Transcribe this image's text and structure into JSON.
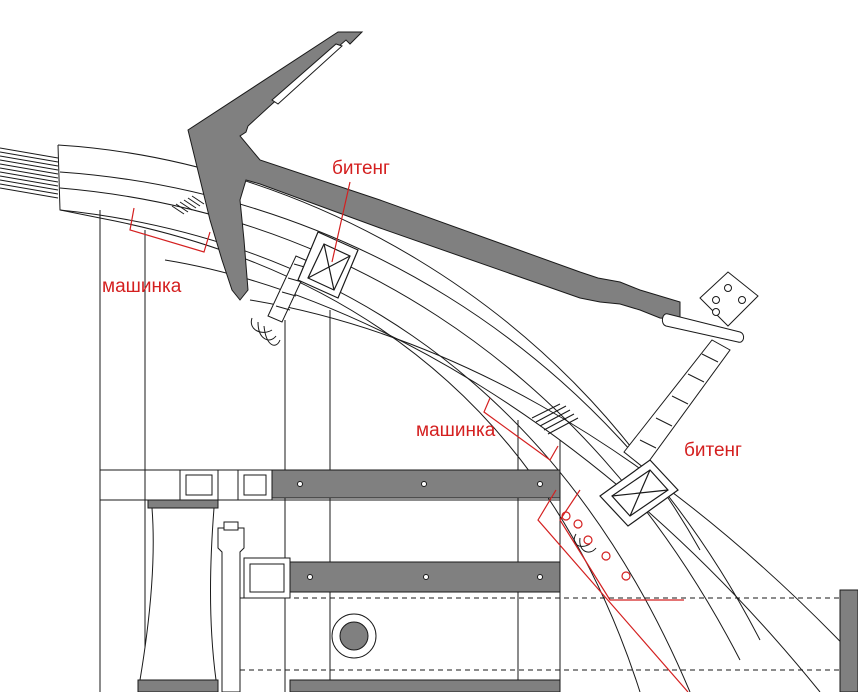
{
  "annotations": {
    "bitteng_top": "битенг",
    "bitteng_right": "битенг",
    "windlass_left": "машинка",
    "windlass_mid": "машинка"
  },
  "colors": {
    "line": "#1a1a1a",
    "gray_fill": "#808080",
    "annotation": "#d42020"
  }
}
